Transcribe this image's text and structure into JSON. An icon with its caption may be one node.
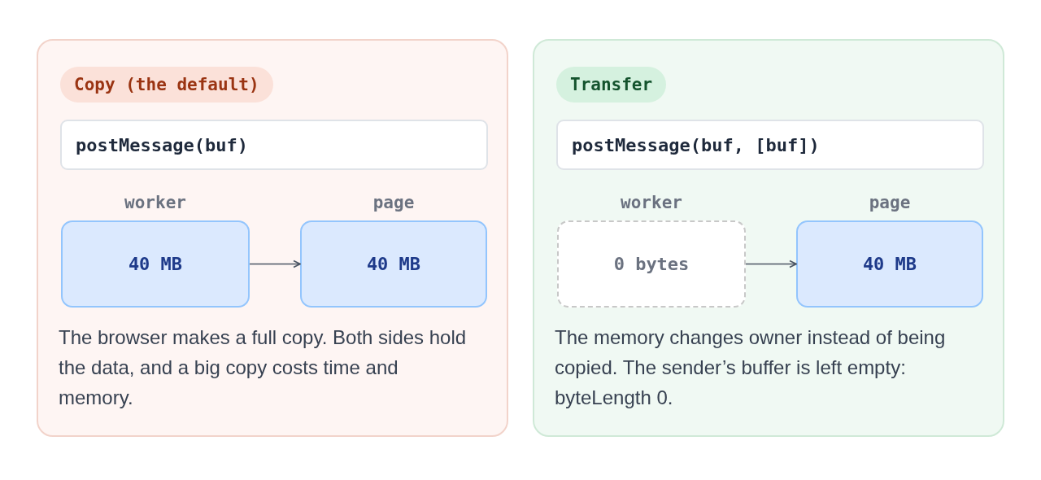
{
  "diagram": {
    "nodes": [
      {
        "text": [
          "The browser makes a full copy. Both sides hold the data, and a big copy costs time and memory."
        ]
      },
      {
        "text": [
          "Copy (the default)"
        ],
        "in": 0
      },
      {
        "text": [
          "postMessage(buf)"
        ],
        "in": 0
      },
      {
        "text": [
          "worker",
          "40 MB"
        ],
        "in": 0
      },
      {
        "text": [
          "page",
          "40 MB"
        ],
        "in": 0
      },
      {
        "text": [
          "The memory changes owner instead of being copied. The sender’s buffer is left empty: byteLength 0."
        ]
      },
      {
        "text": [
          "Transfer"
        ],
        "in": 5
      },
      {
        "text": [
          "postMessage(buf, [buf])"
        ],
        "in": 5
      },
      {
        "text": [
          "worker",
          "0 bytes"
        ],
        "in": 5
      },
      {
        "text": [
          "page",
          "40 MB"
        ],
        "in": 5
      }
    ],
    "edges": [
      {
        "from": 3,
        "to": 4,
        "arrow": "to"
      },
      {
        "from": 8,
        "to": 9,
        "arrow": "to"
      }
    ]
  }
}
